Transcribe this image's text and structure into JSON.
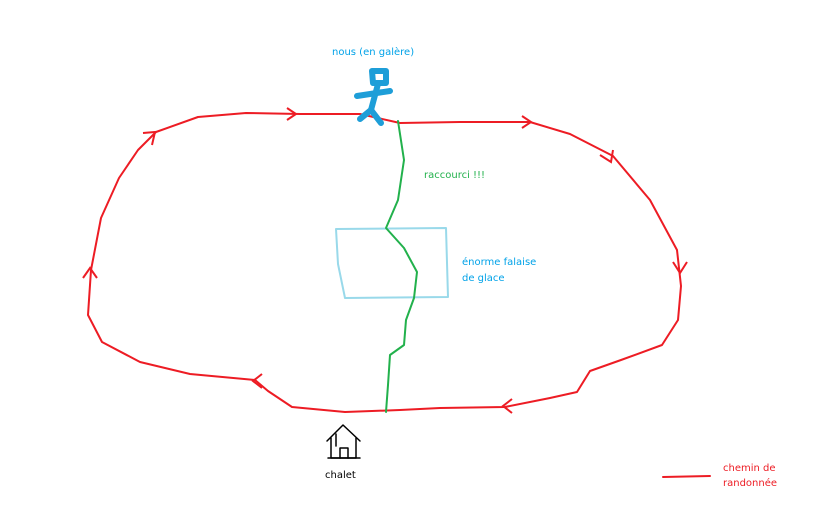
{
  "labels": {
    "person": "nous (en galère)",
    "shortcut": "raccourci !!!",
    "cliff_line1": "énorme falaise",
    "cliff_line2": "de glace",
    "chalet": "chalet",
    "legend_line1": "chemin de",
    "legend_line2": "randonnée"
  },
  "colors": {
    "trail": "#ed1c24",
    "shortcut": "#22b14c",
    "person": "#1e9ed8",
    "cliff": "#99d9ea",
    "chalet": "#000000",
    "person_label": "#00a2e8",
    "shortcut_label": "#22b14c",
    "cliff_label": "#00a2e8",
    "chalet_label": "#000000",
    "legend_label": "#ed1c24"
  },
  "icons": [
    "stick-figure-icon",
    "house-icon",
    "direction-arrow-icon"
  ]
}
